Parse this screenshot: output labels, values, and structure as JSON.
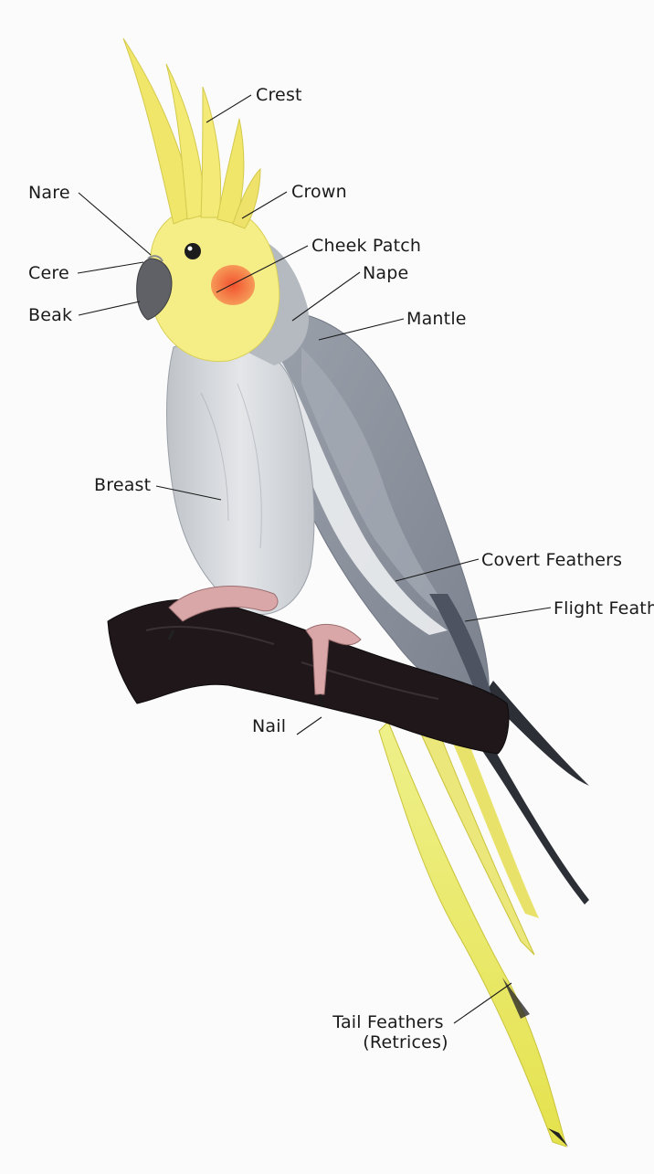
{
  "labels": {
    "crest": "Crest",
    "crown": "Crown",
    "nare": "Nare",
    "cheek_patch": "Cheek Patch",
    "nape": "Nape",
    "cere": "Cere",
    "beak": "Beak",
    "mantle": "Mantle",
    "breast": "Breast",
    "covert_feathers": "Covert Feathers",
    "flight_feathers": "Flight Feathers",
    "nail": "Nail",
    "tail_feathers_line1": "Tail Feathers",
    "tail_feathers_line2": "(Retrices)"
  },
  "colors": {
    "background": "#fbfbfb",
    "crest_yellow": "#f3ea6a",
    "face_yellow": "#f6ef8a",
    "cheek_orange": "#f26a3c",
    "body_grey": "#c9cdd3",
    "wing_grey": "#8f96a1",
    "perch_dark": "#1f1719",
    "feet_pink": "#d9a7a8",
    "leader_line": "#1a1a1a"
  }
}
